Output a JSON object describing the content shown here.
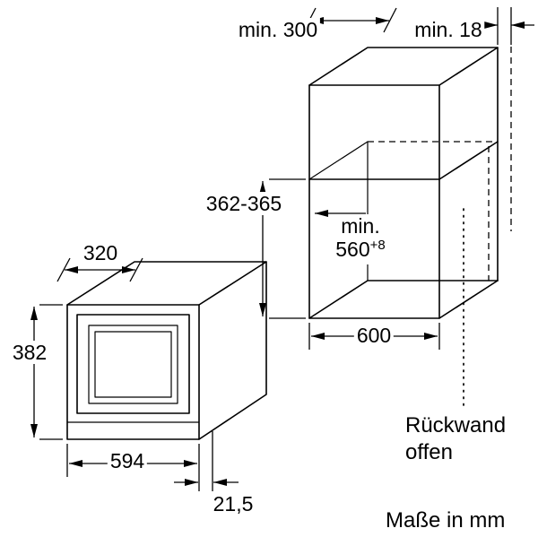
{
  "cabinet": {
    "dim_top_depth": "min. 300",
    "dim_wall_gap": "min. 18",
    "dim_niche_height": "362-365",
    "dim_niche_depth_prefix": "min.",
    "dim_niche_depth_value": "560",
    "dim_niche_depth_sup": "+8",
    "dim_niche_width": "600",
    "note_back_line1": "Rückwand",
    "note_back_line2": "offen"
  },
  "microwave": {
    "dim_depth": "320",
    "dim_height": "382",
    "dim_width": "594",
    "dim_door_offset": "21,5"
  },
  "footer": {
    "units_note": "Maße in mm"
  }
}
